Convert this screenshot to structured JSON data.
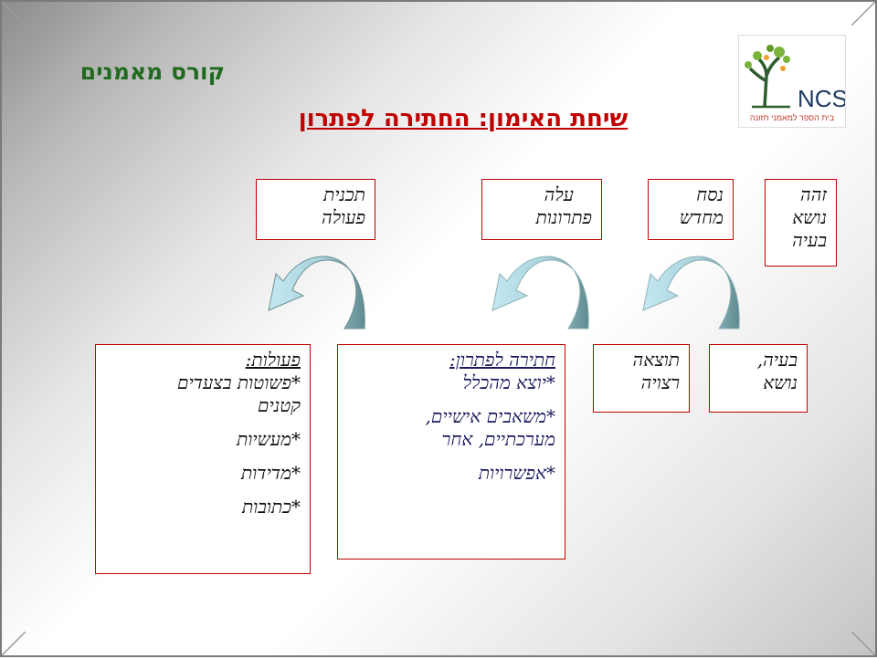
{
  "header": {
    "course": "קורס מאמנים",
    "title": "שיחת האימון: החתירה לפתרון"
  },
  "logo": {
    "brand": "NCS",
    "subtitle": "בית הספר למאמני תזונה",
    "colors": {
      "tree": "#2e5d2e",
      "leaf_green": "#7ab23a",
      "leaf_orange": "#f0a030",
      "brand_text": "#1f3a5f",
      "subtitle_text": "#c0392b"
    }
  },
  "top_boxes": {
    "topic": [
      "זהה",
      "נושא",
      "בעיה"
    ],
    "rephrase": [
      "נסח",
      "מחדש"
    ],
    "solutions": [
      "עלה",
      "פתרונות"
    ],
    "plan": [
      "תכנית",
      "פעולה"
    ]
  },
  "bottom_boxes": {
    "problem": [
      "בעיה,",
      "נושא"
    ],
    "outcome": [
      "תוצאה",
      "רצויה"
    ],
    "striving": {
      "heading": "חתירה לפתרון:",
      "items": [
        "*יוצא מהכלל",
        "*משאבים אישיים,",
        "מערכתיים, אחר",
        "*אפשרויות"
      ]
    },
    "actions": {
      "heading": "פעולות:",
      "items": [
        "*פשוטות בצעדים",
        "קטנים",
        "*מעשיות",
        "*מדידות",
        "*כתובות"
      ]
    }
  },
  "colors": {
    "box_border": "#c00000",
    "title": "#c00000",
    "course": "#1e6b1e",
    "arrow_light": "#b9e1ec",
    "arrow_dark": "#5f8a8f"
  }
}
